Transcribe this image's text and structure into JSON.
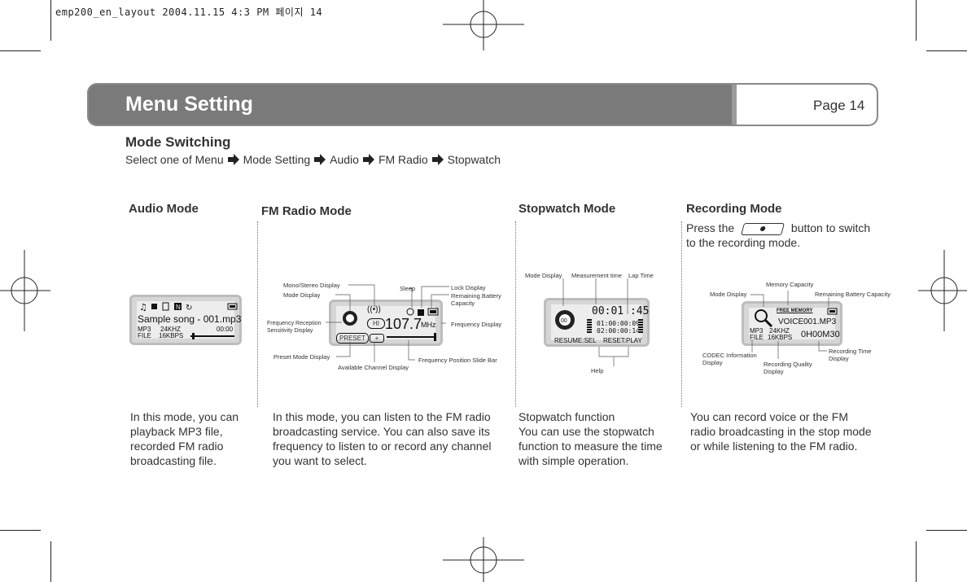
{
  "print_header": "emp200_en_layout 2004.11.15 4:3 PM 페이지 14",
  "title": "Menu Setting",
  "page_label": "Page 14",
  "mode_switching": {
    "heading": "Mode Switching",
    "path": [
      "Select one of Menu",
      "Mode Setting",
      "Audio",
      "FM Radio",
      "Stopwatch"
    ]
  },
  "audio": {
    "heading": "Audio Mode",
    "screen": {
      "song": "Sample song - 001.mp3",
      "format": "MP3",
      "freq": "24KHZ",
      "time": "00:00",
      "type": "FILE",
      "rate": "16KBPS"
    },
    "description": [
      "In this mode, you can",
      "playback MP3 file,",
      "recorded FM radio",
      "broadcasting file."
    ]
  },
  "fm": {
    "heading": "FM Radio Mode",
    "labels": {
      "mono_stereo": "Mono/Stereo Display",
      "mode_display": "Mode Display",
      "sleep": "Sleep",
      "lock": "Lock Display",
      "battery": [
        "Remaining Battery",
        "Capacity"
      ],
      "reception": [
        "Frequency Reception",
        "Sensitivity Display"
      ],
      "frequency_display": "Frequency Display",
      "preset_mode": "Preset Mode Display",
      "slide_bar": "Frequency Position Slide Bar",
      "channel": "Available Channel Display"
    },
    "screen": {
      "hi": "HI",
      "freq": "107.7",
      "unit": "MHz",
      "preset": "PRESET"
    },
    "description": [
      "In this mode, you can listen to the FM radio",
      "broadcasting service. You can also save its",
      "frequency to listen to or record any channel",
      "you want to select."
    ]
  },
  "stopwatch": {
    "heading": "Stopwatch Mode",
    "labels": {
      "mode_display": "Mode Display",
      "measurement": "Measurement time",
      "lap": "Lap Time",
      "help": "Help"
    },
    "screen": {
      "main": "00:01 :45",
      "lap1": "01:00:00:09",
      "lap2": "02:00:00:14",
      "resume": "RESUME:SEL",
      "reset": "RESET:PLAY"
    },
    "description": [
      "Stopwatch function",
      "You can use the stopwatch",
      "function to measure the time",
      "with simple operation."
    ]
  },
  "recording": {
    "heading": "Recording Mode",
    "instruction": [
      "Press the",
      "button to switch",
      "to the recording mode."
    ],
    "labels": {
      "memory": "Memory Capacity",
      "mode_display": "Mode Display",
      "battery": "Remaining Battery Capacity",
      "codec": [
        "CODEC Information",
        "Display"
      ],
      "quality": [
        "Recording Quality",
        "Display"
      ],
      "rec_time": [
        "Recording Time",
        "Display"
      ]
    },
    "screen": {
      "free": "FREE MEMORY",
      "file": "VOICE001.MP3",
      "format": "MP3",
      "type": "FILE",
      "freq": "24KHZ",
      "rate": "16KBPS",
      "time": "0H00M30"
    },
    "description": [
      "You can record voice or the FM",
      "radio broadcasting in the stop mode",
      "or while listening to the FM radio."
    ]
  }
}
